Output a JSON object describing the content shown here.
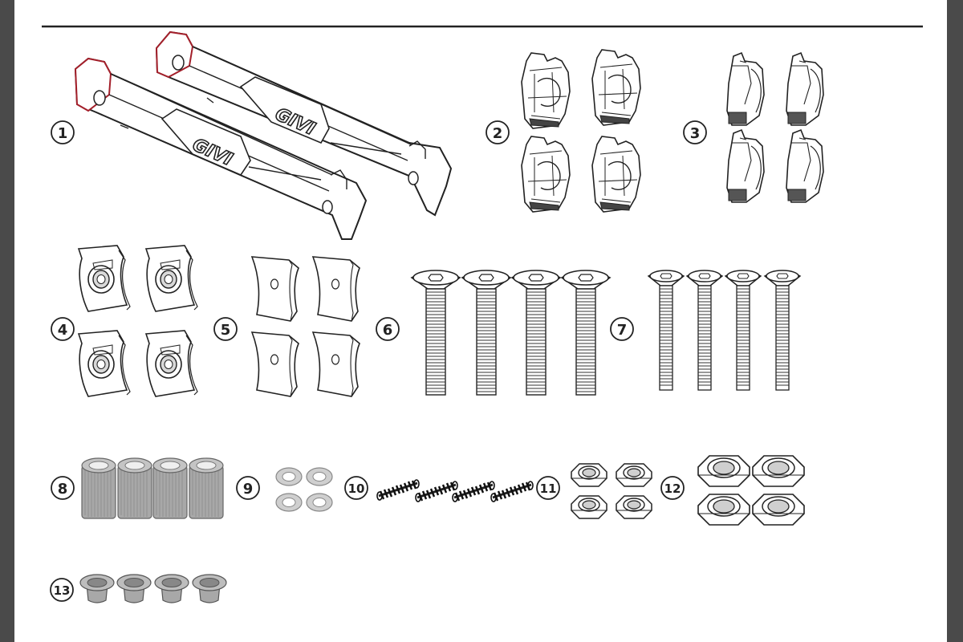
{
  "document": {
    "brand": "GIVI",
    "parts": [
      {
        "number": "1"
      },
      {
        "number": "2"
      },
      {
        "number": "3"
      },
      {
        "number": "4"
      },
      {
        "number": "5"
      },
      {
        "number": "6"
      },
      {
        "number": "7"
      },
      {
        "number": "8"
      },
      {
        "number": "9"
      },
      {
        "number": "10"
      },
      {
        "number": "11"
      },
      {
        "number": "12"
      },
      {
        "number": "13"
      }
    ]
  }
}
